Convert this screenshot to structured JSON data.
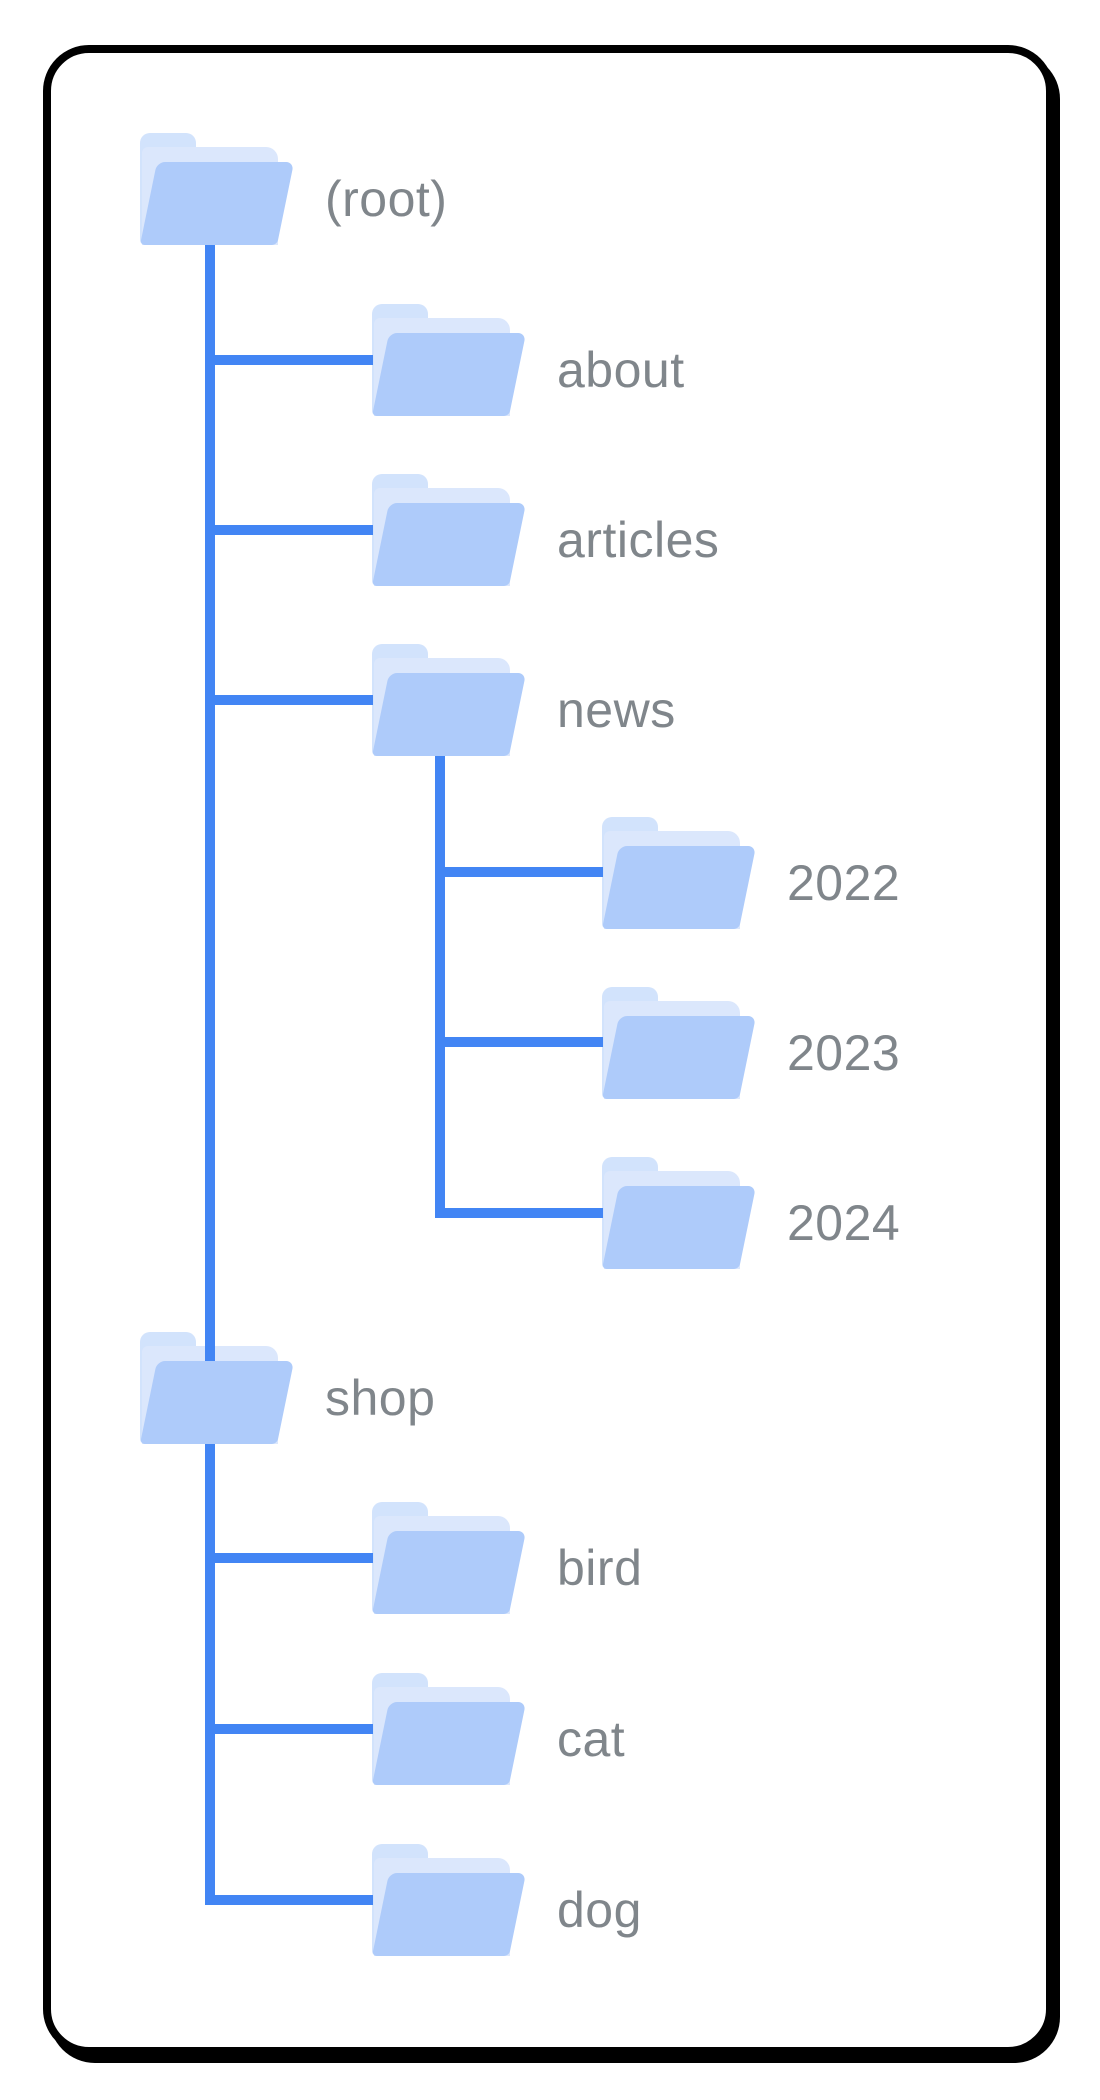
{
  "diagram": {
    "type": "folder-tree",
    "colors": {
      "connector": "#4285F4",
      "folder_front": "#AECBFA",
      "folder_sheet": "#DBE7FC",
      "folder_back": "#D2E3FC",
      "label_text": "#80868B",
      "card_border": "#000000",
      "card_background": "#FFFFFF"
    }
  },
  "tree": {
    "nodes": [
      {
        "label": "(root)",
        "depth": 0,
        "parent": null
      },
      {
        "label": "about",
        "depth": 1,
        "parent": "(root)"
      },
      {
        "label": "articles",
        "depth": 1,
        "parent": "(root)"
      },
      {
        "label": "news",
        "depth": 1,
        "parent": "(root)"
      },
      {
        "label": "2022",
        "depth": 2,
        "parent": "news"
      },
      {
        "label": "2023",
        "depth": 2,
        "parent": "news"
      },
      {
        "label": "2024",
        "depth": 2,
        "parent": "news"
      },
      {
        "label": "shop",
        "depth": 1,
        "parent": "(root)"
      },
      {
        "label": "bird",
        "depth": 2,
        "parent": "shop"
      },
      {
        "label": "cat",
        "depth": 2,
        "parent": "shop"
      },
      {
        "label": "dog",
        "depth": 2,
        "parent": "shop"
      }
    ]
  }
}
